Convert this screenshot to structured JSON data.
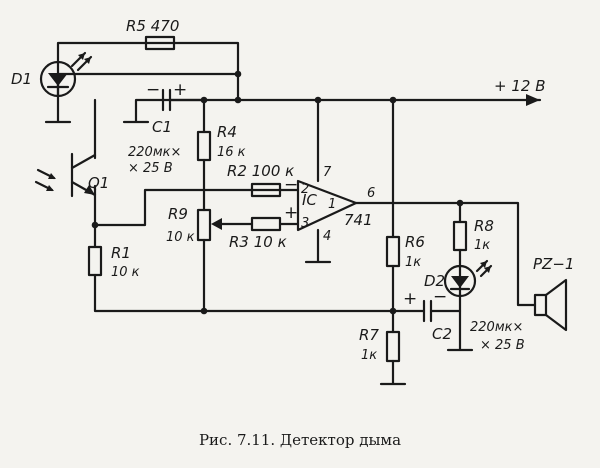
{
  "labels": {
    "r5": "R5 470",
    "d1": "D1",
    "supply": "+ 12 В",
    "c1": "C1",
    "c1_value_1": "220мк×",
    "c1_value_2": "× 25 В",
    "r4": "R4",
    "r4_value": "16 к",
    "q1": "Q1",
    "r2": "R2 100 к",
    "r9": "R9",
    "r9_value": "10 к",
    "r3": "R3 10 к",
    "ic": "IC",
    "ic_part": "741",
    "pin2": "2",
    "pin3": "3",
    "pin7": "7",
    "pin4": "4",
    "pin6": "6",
    "pin1": "1",
    "minus": "−",
    "plus": "+",
    "r1": "R1",
    "r1_value": "10 к",
    "r6": "R6",
    "r6_value": "1к",
    "r8": "R8",
    "r8_value": "1к",
    "d2": "D2",
    "pz": "PZ−1",
    "c2": "C2",
    "c2_value_1": "220мк×",
    "c2_value_2": "× 25 В",
    "r7": "R7",
    "r7_value": "1к",
    "c1_minus": "−",
    "c1_plus": "+",
    "c2_plus": "+",
    "c2_minus": "−"
  },
  "caption": "Рис. 7.11. Детектор дыма"
}
